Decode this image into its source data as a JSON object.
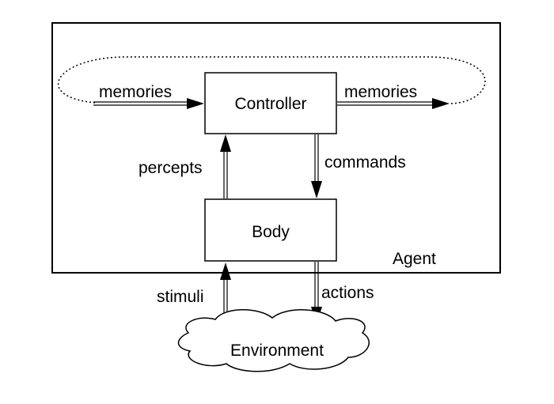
{
  "diagram": {
    "agent_label": "Agent",
    "controller_label": "Controller",
    "body_label": "Body",
    "environment_label": "Environment",
    "edges": {
      "memories_in": "memories",
      "memories_out": "memories",
      "percepts": "percepts",
      "commands": "commands",
      "stimuli": "stimuli",
      "actions": "actions"
    }
  }
}
